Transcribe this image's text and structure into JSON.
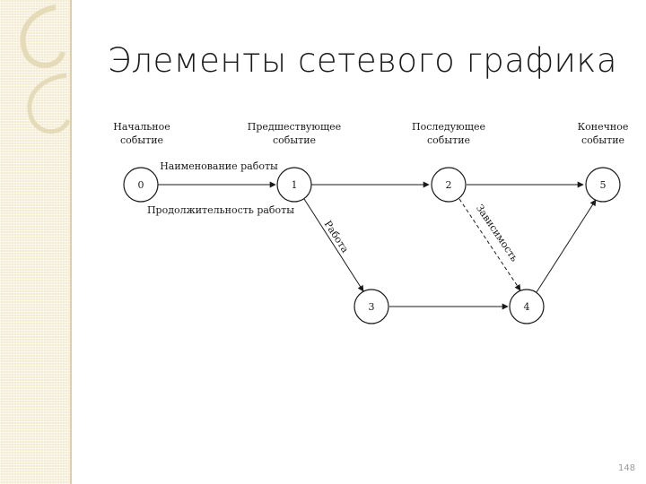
{
  "slide": {
    "title": "Элементы сетевого графика",
    "page_number": "148"
  },
  "diagram": {
    "headers": {
      "start": [
        "Начальное",
        "событие"
      ],
      "preceding": [
        "Предшествующее",
        "событие"
      ],
      "following": [
        "Последующее",
        "событие"
      ],
      "end": [
        "Конечное",
        "событие"
      ]
    },
    "nodes": [
      "0",
      "1",
      "2",
      "5",
      "3",
      "4"
    ],
    "labels": {
      "work_name": "Наименование работы",
      "work_duration": "Продолжительность работы",
      "work": "Работа",
      "dependency": "Зависимость"
    }
  },
  "colors": {
    "band": "#f3ecd2",
    "line": "#1a1a1a"
  }
}
